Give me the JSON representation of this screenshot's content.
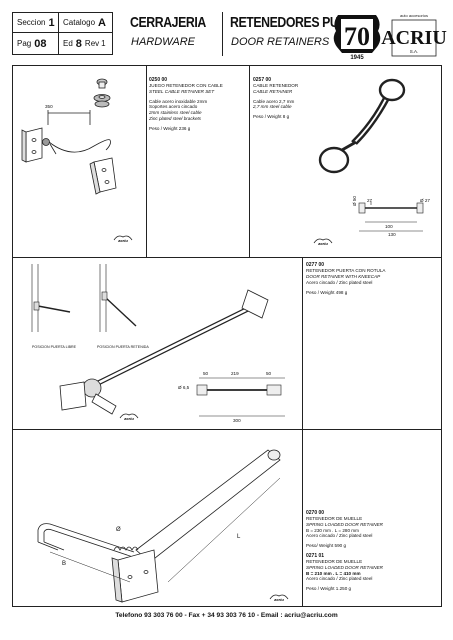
{
  "header": {
    "seccion_label": "Seccion",
    "seccion_value": "1",
    "catalogo_label": "Catalogo",
    "catalogo_value": "A",
    "pag_label": "Pag",
    "pag_value": "08",
    "ed_label": "Ed",
    "ed_value": "8",
    "rev_label": "Rev",
    "rev_value": "1",
    "title_es_1": "CERRAJERIA",
    "title_en_1": "HARDWARE",
    "title_es_2": "RETENEDORES PUERTA",
    "title_en_2": "DOOR RETAINERS"
  },
  "logo": {
    "top_text": "auto accesorios",
    "number": "70",
    "brand": "ACRIU",
    "sa": "S.A.",
    "year": "1945"
  },
  "sections": {
    "s1": {
      "code": "0250 00",
      "name_es": "JUEGO RETENEDOR CON CABLE",
      "name_en": "STEEL CABLE RETAINER SET",
      "desc_es_1": "Cable acero inoxidable 2mm",
      "desc_es_2": "Soportes acero cincado",
      "desc_en_1": "2mm stainless steel cable",
      "desc_en_2": "Zinc plated steel brackets",
      "weight": "Peso / Weight 236 g",
      "dim": "350"
    },
    "s2": {
      "code": "0257 00",
      "name_es": "CABLE RETENEDOR",
      "name_en": "CABLE RETAINER",
      "desc_es": "Cable acero 2,7 mm",
      "desc_en": "2,7 mm steel cable",
      "weight": "Peso / Weight 8 g",
      "dims": [
        "Ø 50",
        "27",
        "Ø 27",
        "100",
        "130"
      ]
    },
    "s3": {
      "code": "0277 00",
      "name_es": "RETENEDOR PUERTA CON ROTULA",
      "name_en": "DOOR RETAINER WITH KNEECAP",
      "desc": "Acero cincado / Zinc plated steel",
      "weight": "Peso / Weight 498 g",
      "caption_open": "POSICION PUERTA LIBRE",
      "caption_held": "POSICION PUERTA RETENIDA",
      "dims": [
        "Ø 6,5",
        "50",
        "219",
        "50",
        "300"
      ]
    },
    "s4": {
      "code_a": "0270 00",
      "name_es_a": "RETENEDOR DE MUELLE",
      "name_en_a": "SPRING LOADED DOOR RETAINER",
      "spec_a": "B = 230 mm . L = 280 mm",
      "desc_a": "Acero cincado / Zinc plated steel",
      "weight_a": "Peso/ Weight 590 g",
      "code_b": "0271 01",
      "name_es_b": "RETENEDOR DE MUELLE",
      "name_en_b": "SPRING LOADED DOOR RETAINER",
      "spec_b": "B = 210 mm . L = 410 mm",
      "desc_b": "Acero cincado / Zinc plated steel",
      "weight_b": "Peso / Weight 1.250 g",
      "dims": [
        "L",
        "B",
        "Ø"
      ]
    }
  },
  "icons": {
    "brand_mark": "acriu"
  },
  "footer": {
    "text": "Telefono 93 303 76 00  - Fax  + 34 93 303 76 10 - Email : acriu@acriu.com"
  }
}
